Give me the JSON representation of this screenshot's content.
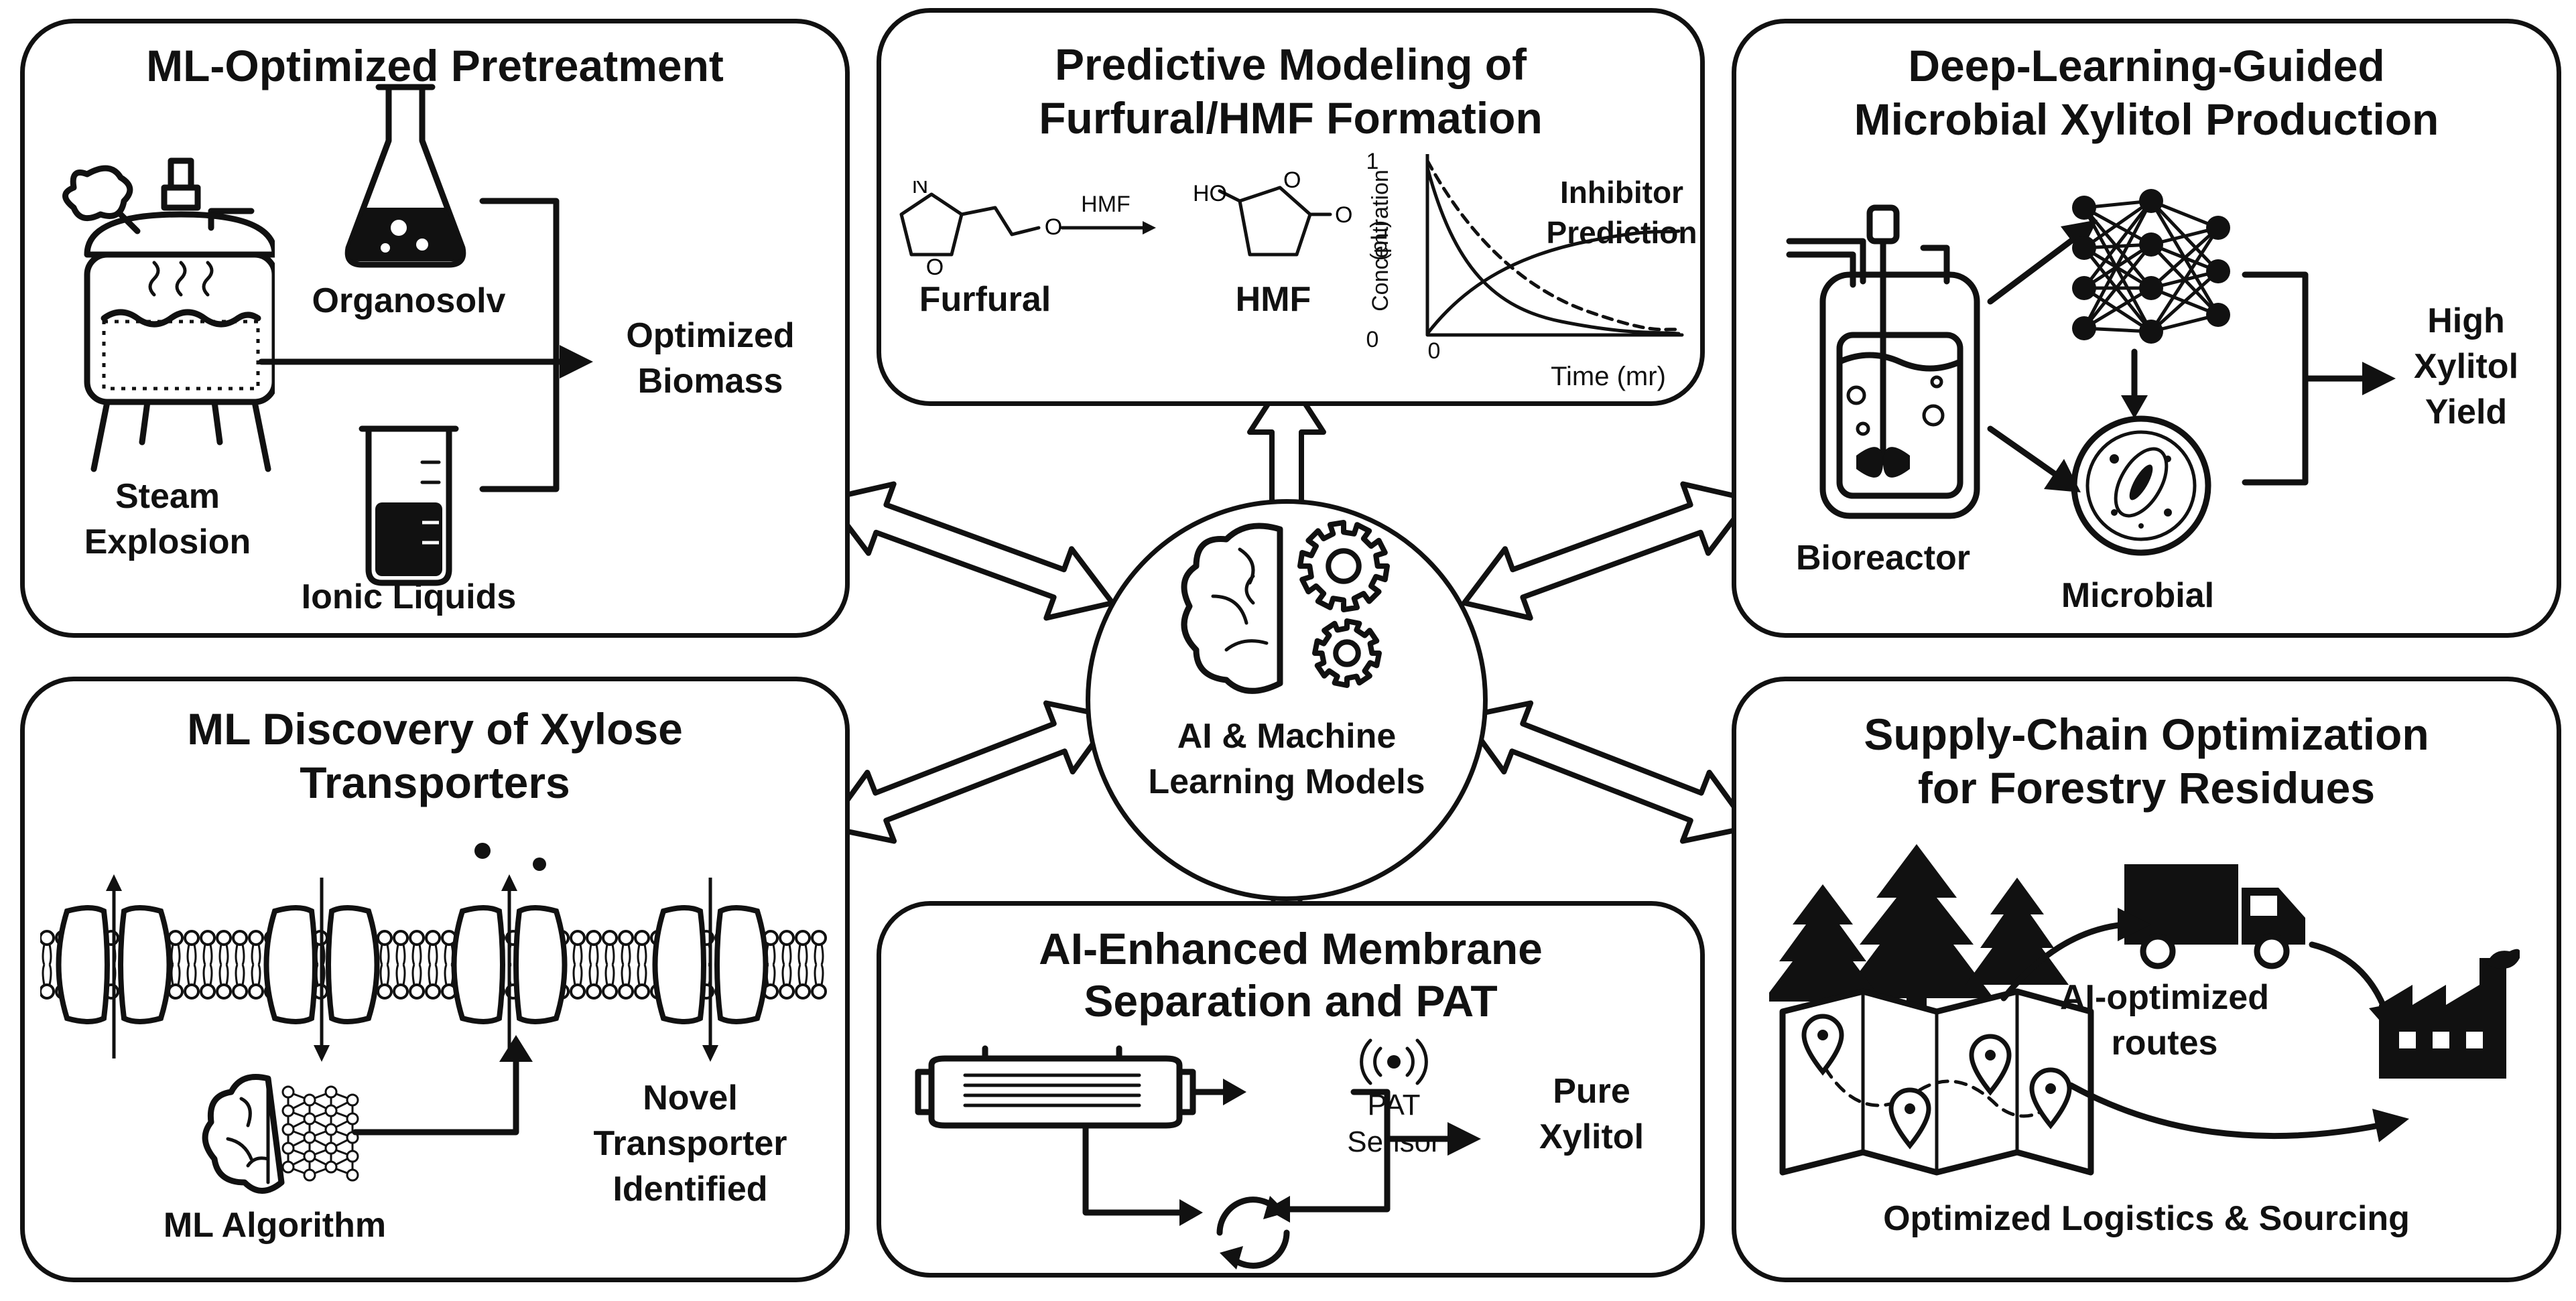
{
  "center": {
    "line1": "AI & Machine",
    "line2": "Learning Models"
  },
  "pretreatment": {
    "title": "ML-Optimized Pretreatment",
    "steam_1": "Steam",
    "steam_2": "Explosion",
    "organosolv": "Organosolv",
    "ionic": "Ionic Liquids",
    "out_1": "Optimized",
    "out_2": "Biomass"
  },
  "furfural": {
    "title_1": "Predictive Modeling of",
    "title_2": "Furfural/HMF Formation",
    "furfural": "Furfural",
    "hmf": "HMF",
    "arrow": "HMF",
    "ylabel_1": "Concentration",
    "ylabel_2": "(pL)",
    "y_top": "1",
    "y_bottom": "0",
    "x_zero": "0",
    "xlabel": "Time (mr)",
    "inhibitor_1": "Inhibitor",
    "inhibitor_2": "Prediction"
  },
  "xylitol": {
    "title_1": "Deep-Learning-Guided",
    "title_2": "Microbial Xylitol Production",
    "bioreactor": "Bioreactor",
    "microbial": "Microbial",
    "out_1": "High",
    "out_2": "Xylitol",
    "out_3": "Yield"
  },
  "transporters": {
    "title_1": "ML Discovery of Xylose",
    "title_2": "Transporters",
    "algo": "ML Algorithm",
    "novel_1": "Novel",
    "novel_2": "Transporter",
    "novel_3": "Identified"
  },
  "membrane": {
    "title_1": "AI-Enhanced Membrane",
    "title_2": "Separation and PAT",
    "pat_1": "PAT",
    "pat_2": "Sensor",
    "pure_1": "Pure",
    "pure_2": "Xylitol"
  },
  "supply": {
    "title_1": "Supply-Chain Optimization",
    "title_2": "for Forestry Residues",
    "routes_1": "AI-optimized",
    "routes_2": "routes",
    "footer": "Optimized Logistics & Sourcing"
  },
  "icons": [
    "steam-reactor-icon",
    "flask-icon",
    "beaker-icon",
    "furfural-molecule-icon",
    "hmf-molecule-icon",
    "concentration-chart-icon",
    "bioreactor-icon",
    "neural-network-icon",
    "microbe-dish-icon",
    "membrane-transporter-icon",
    "brain-network-icon",
    "membrane-filter-icon",
    "wireless-sensor-icon",
    "recycle-icon",
    "forest-map-icon",
    "truck-icon",
    "factory-icon",
    "brain-gears-icon"
  ]
}
